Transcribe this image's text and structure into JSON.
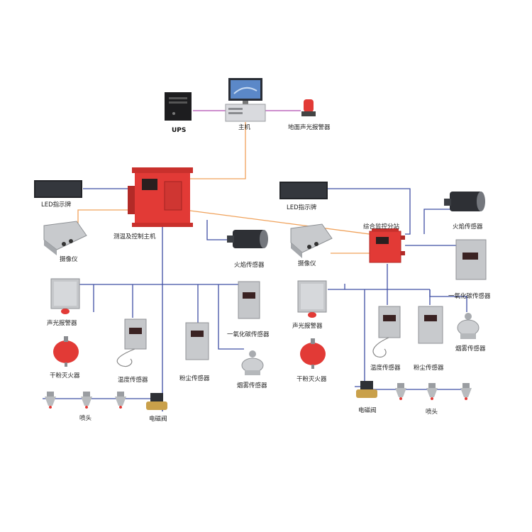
{
  "colors": {
    "line_blue": "#3f4fa3",
    "line_orange": "#f0a25b",
    "line_purple": "#b04bb0",
    "device_red": "#e23a36",
    "device_steel": "#b9bcc0"
  },
  "labels": {
    "ups": "UPS",
    "host": "主机",
    "ground_alarm": "地面声光报警器",
    "led_left": "LED指示牌",
    "led_right": "LED指示牌",
    "main_controller": "测温及控制主机",
    "substation": "综合监控分站",
    "camera_left": "摄像仪",
    "camera_right": "摄像仪",
    "flame_left": "火焰传感器",
    "flame_right": "火焰传感器",
    "alarm_left": "声光报警器",
    "alarm_right": "声光报警器",
    "co_left": "一氧化碳传感器",
    "co_right": "一氧化碳传感器",
    "temp_left": "温度传感器",
    "temp_right": "温度传感器",
    "dust_left": "粉尘传感器",
    "dust_right": "粉尘传感器",
    "smoke_left": "烟雾传感器",
    "smoke_right": "烟雾传感器",
    "extinguisher_left": "干粉灭火器",
    "extinguisher_right": "干粉灭火器",
    "nozzle_left": "喷头",
    "nozzle_right": "喷头",
    "valve_left": "电磁阀",
    "valve_right": "电磁阀"
  }
}
